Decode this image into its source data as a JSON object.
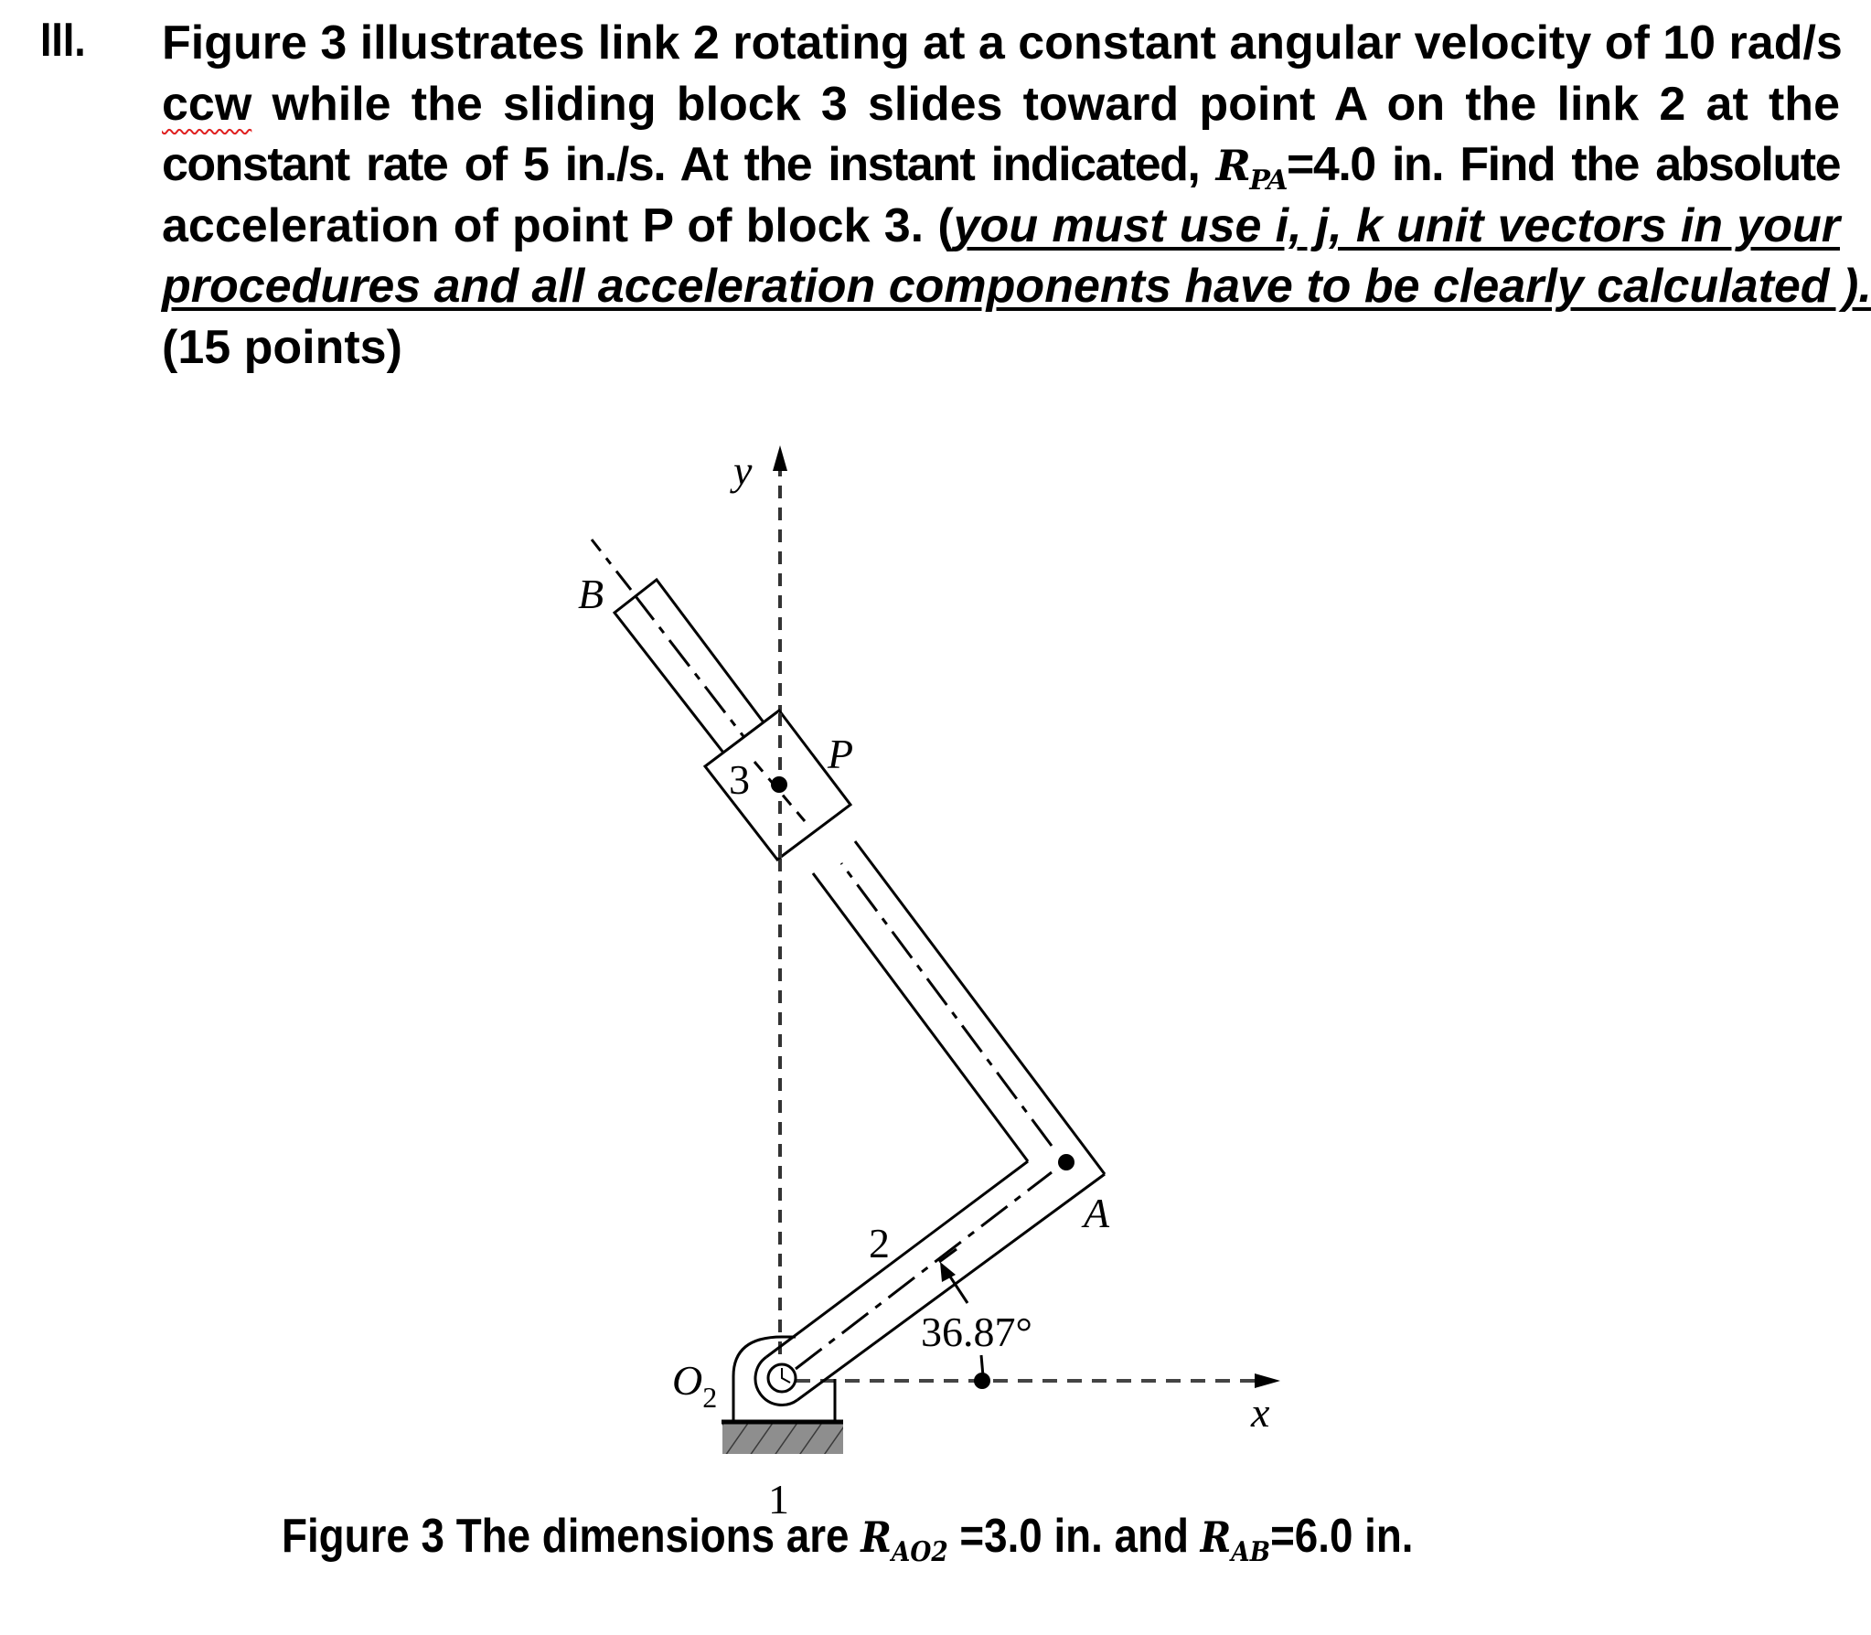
{
  "question": {
    "number": "III.",
    "lines": [
      "Figure 3 illustrates link 2 rotating at a constant angular velocity of 10 rad/s",
      "while the sliding block 3 slides toward point A on the link 2 at the",
      "constant rate of 5 in./s. At the instant indicated, ",
      "=4.0 in. Find the absolute",
      "acceleration of point P of block 3. (",
      "you must use i, j, k unit vectors in your",
      "procedures and all acceleration components have to be clearly calculated ).",
      "(15 points)"
    ],
    "ccw": "ccw",
    "r_pa_symbol": "R",
    "r_pa_subscript": "PA",
    "points": "(15 points)"
  },
  "figure": {
    "labels": {
      "y_axis": "y",
      "x_axis": "x",
      "point_b": "B",
      "point_p": "P",
      "point_a": "A",
      "block": "3",
      "link": "2",
      "ground": "1",
      "pivot": "O",
      "pivot_sub": "2",
      "angle": "36.87°"
    },
    "values": {
      "angular_velocity_rad_s": 10,
      "slide_rate_in_s": 5,
      "r_pa_in": 4.0,
      "r_ao2_in": 3.0,
      "r_ab_in": 6.0,
      "angle_deg": 36.87
    }
  },
  "caption": {
    "prefix": "Figure 3 The dimensions are ",
    "r1_symbol": "R",
    "r1_sub": "AO2",
    "r1_value": " =3.0 in. and ",
    "r2_symbol": "R",
    "r2_sub": "AB",
    "r2_value": "=6.0 in."
  }
}
